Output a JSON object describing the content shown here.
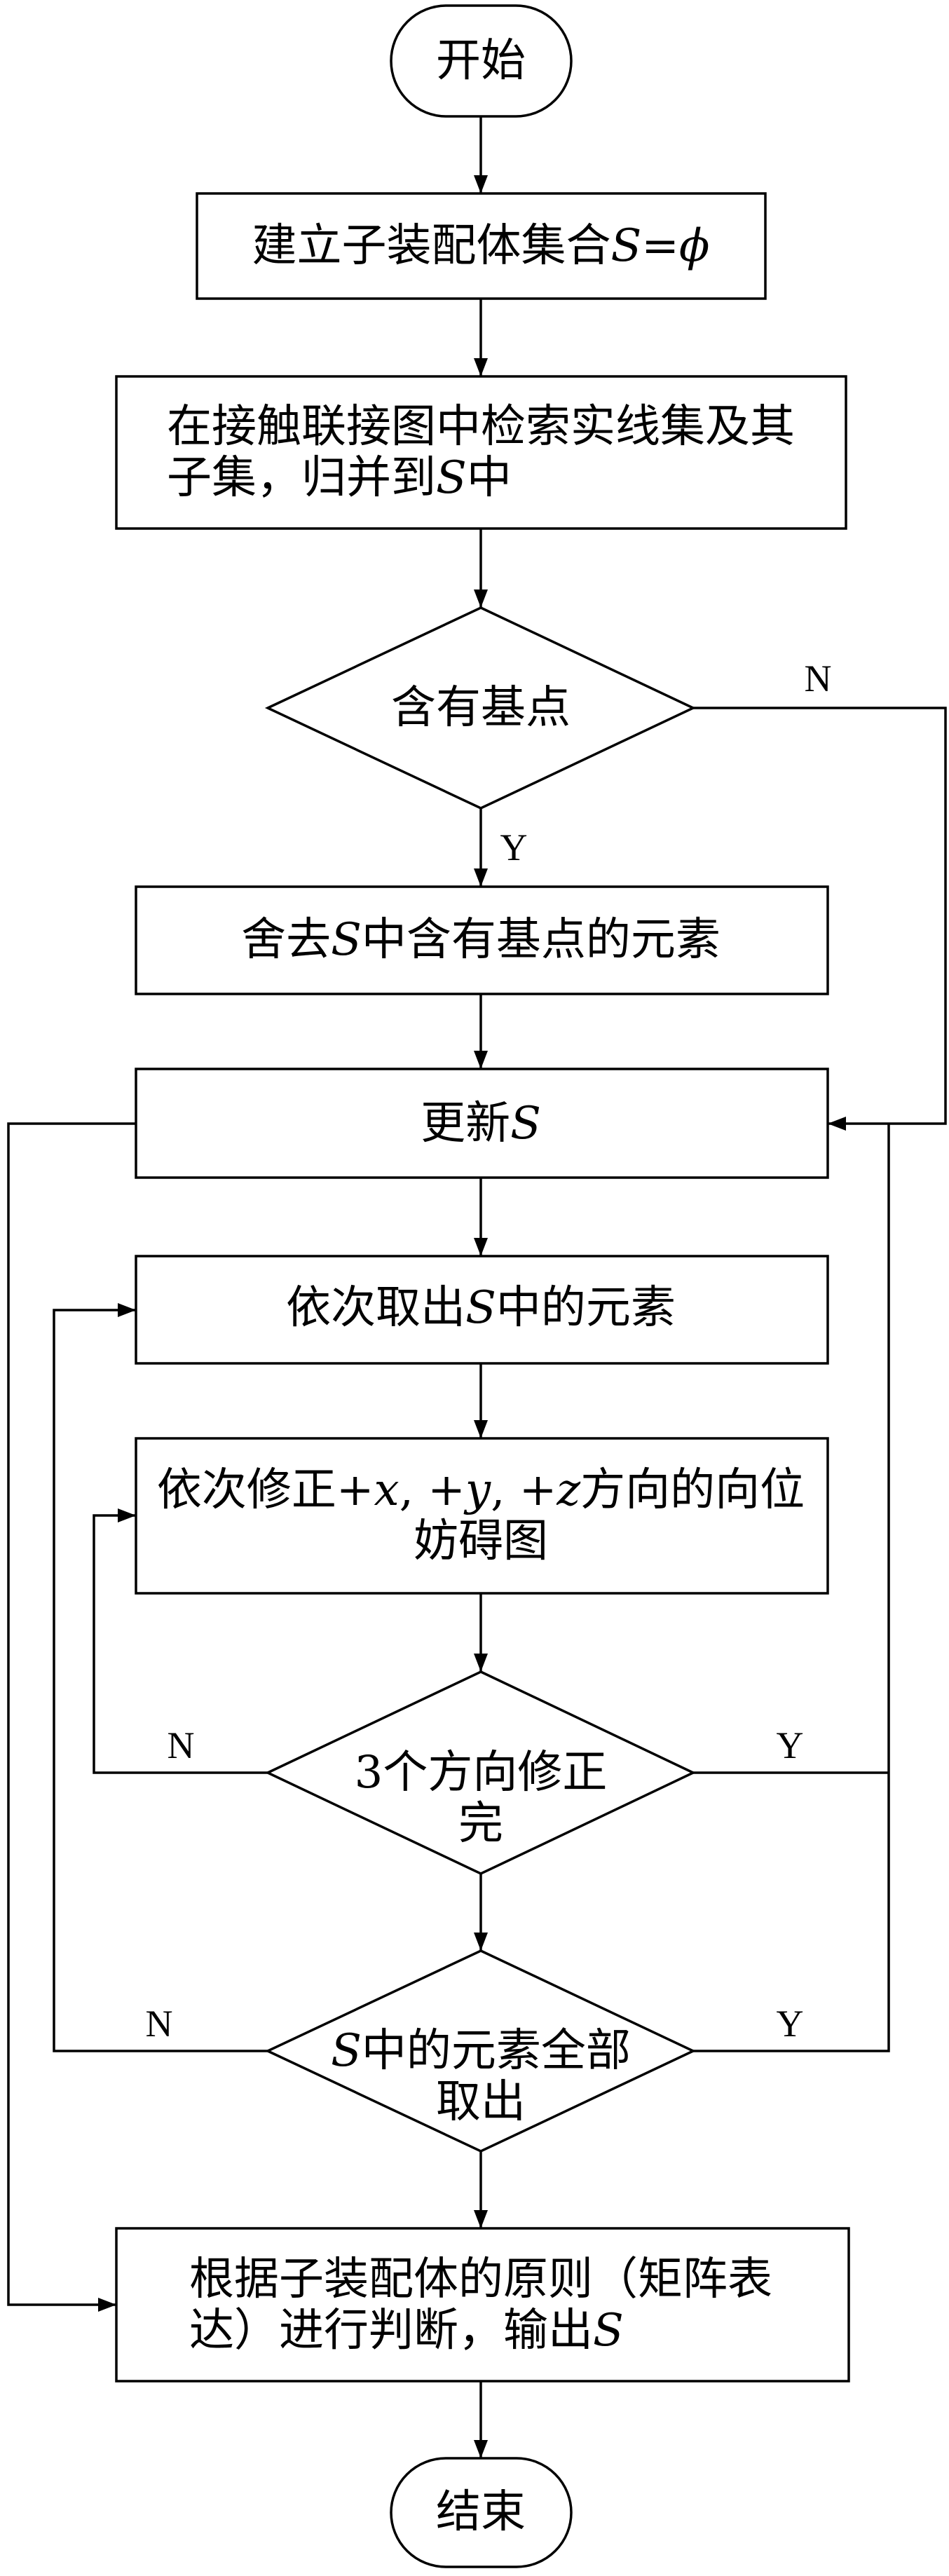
{
  "nodes": {
    "start": {
      "lines": [
        "开始"
      ]
    },
    "init_set": {
      "lines": [
        "建立子装配体集合S=ϕ"
      ]
    },
    "search": {
      "lines": [
        "在接触联接图中检索实线集及其",
        "子集，归并到S中"
      ]
    },
    "has_base_point": {
      "lines": [
        "含有基点"
      ]
    },
    "discard": {
      "lines": [
        "舍去S中含有基点的元素"
      ]
    },
    "update": {
      "lines": [
        "更新S"
      ]
    },
    "take_elements": {
      "lines": [
        "依次取出S中的元素"
      ]
    },
    "modify": {
      "lines": [
        "依次修正+x, +y, +z方向的向位",
        "妨碍图"
      ]
    },
    "three_done": {
      "lines": [
        "3个方向修正",
        "完"
      ]
    },
    "all_taken": {
      "lines": [
        "S中的元素全部",
        "取出"
      ]
    },
    "judge": {
      "lines": [
        "根据子装配体的原则（矩阵表",
        "达）进行判断，输出S"
      ]
    },
    "end": {
      "lines": [
        "结束"
      ]
    }
  },
  "branch_labels": {
    "has_base_point_no": "N",
    "has_base_point_yes": "Y",
    "three_done_no": "N",
    "three_done_yes": "Y",
    "all_taken_no": "N",
    "all_taken_yes": "Y"
  }
}
